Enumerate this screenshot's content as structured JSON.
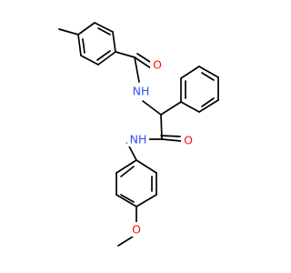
{
  "colors": {
    "bond": "#000000",
    "background": "#ffffff",
    "oxygen": "#ff0d0d",
    "nitrogen": "#3050f8"
  },
  "atoms": {
    "o_carbonyl_1": {
      "label": "O",
      "element": "oxygen"
    },
    "nh_1": {
      "label": "NH",
      "element": "nitrogen"
    },
    "nh_2": {
      "label": "NH",
      "element": "nitrogen"
    },
    "o_carbonyl_2": {
      "label": "O",
      "element": "oxygen"
    },
    "o_methoxy": {
      "label": "O",
      "element": "oxygen"
    }
  }
}
